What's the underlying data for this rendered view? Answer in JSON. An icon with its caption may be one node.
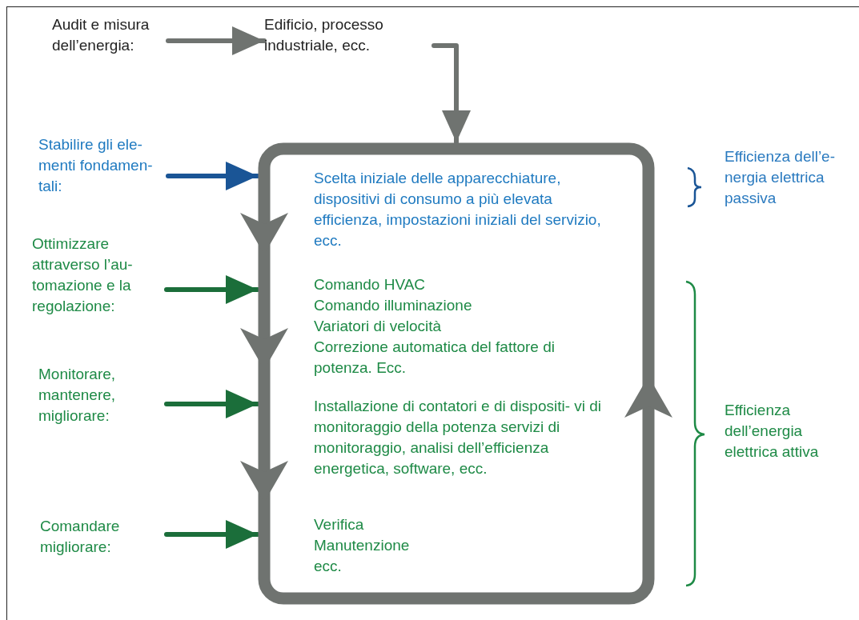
{
  "diagram": {
    "nodes": [
      {
        "text": [
          "Audit e misura dell’energia:"
        ]
      },
      {
        "text": [
          "Edificio, processo industriale, ecc."
        ]
      },
      {
        "text": [
          "Stabilire gli ele- menti fondamen- tali:"
        ]
      },
      {
        "text": [
          "Scelta iniziale delle apparecchiature, dispositivi di consumo a più elevata efficienza, impostazioni iniziali del servizio, ecc.",
          "Comando HVAC",
          "Comando illuminazione",
          "Variatori di velocità",
          "Correzione automatica del fattore di potenza. Ecc.",
          "Installazione di contatori e di dispositi- vi di monitoraggio della potenza servizi di monitoraggio, analisi dell’efficienza energetica, software, ecc.",
          "Verifica",
          "Manutenzione",
          "ecc."
        ]
      },
      {
        "text": [
          "Ottimizzare attraverso l’au- tomazione e la regolazione:"
        ]
      },
      {
        "text": [
          "Monitorare, mantenere, migliorare:"
        ]
      },
      {
        "text": [
          "Comandare migliorare:"
        ]
      }
    ],
    "edges": [
      {
        "from": 0,
        "to": 1,
        "arrow": "to",
        "color": "#6f7370"
      },
      {
        "from": 1,
        "to": 3,
        "arrow": "to",
        "color": "#6f7370"
      },
      {
        "from": 2,
        "to": 3,
        "arrow": "to",
        "color": "#1a5596"
      },
      {
        "from": 4,
        "to": 3,
        "arrow": "to"
      },
      {
        "from": 5,
        "to": 3,
        "arrow": "to"
      },
      {
        "from": 6,
        "to": 3,
        "arrow": "to"
      }
    ],
    "labels": [
      "Efficienza dell’e- nergia elettrica passiva",
      "Efficienza dell’energia elettrica attiva"
    ]
  }
}
